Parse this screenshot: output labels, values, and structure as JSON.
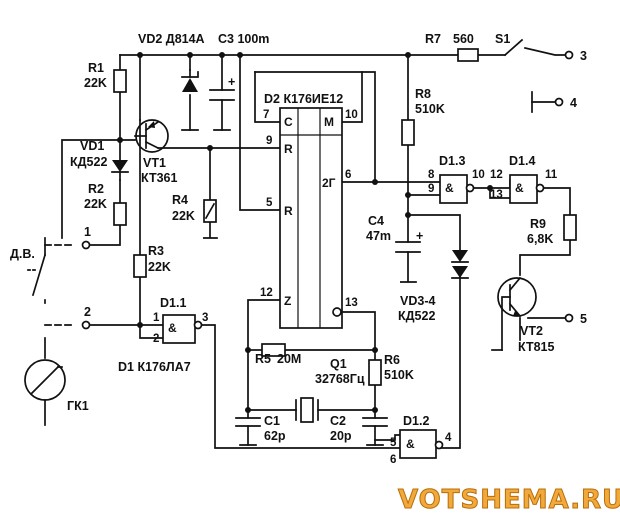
{
  "components": {
    "r1": {
      "ref": "R1",
      "value": "22K"
    },
    "r2": {
      "ref": "R2",
      "value": "22K"
    },
    "r3": {
      "ref": "R3",
      "value": "22K"
    },
    "r4": {
      "ref": "R4",
      "value": "22K"
    },
    "r5": {
      "ref": "R5",
      "value": "20M"
    },
    "r6": {
      "ref": "R6",
      "value": "510K"
    },
    "r7": {
      "ref": "R7",
      "value": "560"
    },
    "r8": {
      "ref": "R8",
      "value": "510K"
    },
    "r9": {
      "ref": "R9",
      "value": "6,8K"
    },
    "vd1": {
      "ref": "VD1",
      "value": "КД522"
    },
    "vd2": {
      "label": "VD2 Д814А"
    },
    "vd34": {
      "ref": "VD3-4",
      "value": "КД522"
    },
    "vt1": {
      "ref": "VT1",
      "value": "КТ361"
    },
    "vt2": {
      "ref": "VT2",
      "value": "КТ815"
    },
    "c1": {
      "ref": "C1",
      "value": "62p"
    },
    "c2": {
      "ref": "C2",
      "value": "20p"
    },
    "c3": {
      "label": "C3 100m"
    },
    "c4": {
      "ref": "C4",
      "value": "47m"
    },
    "q1": {
      "ref": "Q1",
      "value": "32768Гц"
    },
    "s1": {
      "ref": "S1"
    },
    "dv": {
      "label": "Д.В."
    },
    "gk1": {
      "label": "ГК1"
    },
    "d11": {
      "ref": "D1.1"
    },
    "d12": {
      "ref": "D1.2"
    },
    "d13": {
      "ref": "D1.3"
    },
    "d14": {
      "ref": "D1.4"
    },
    "d1_type": {
      "label": "D1 К176ЛА7"
    },
    "d2": {
      "label": "D2 К176ИЕ12"
    }
  },
  "chip_d2": {
    "c": "C",
    "m": "M",
    "r1": "R",
    "r2": "R",
    "z": "Z",
    "out2g": "2Г",
    "pin_7": "7",
    "pin_10": "10",
    "pin_9": "9",
    "pin_5": "5",
    "pin_6": "6",
    "pin_12": "12",
    "pin_13": "13"
  },
  "gate_symbol": "&",
  "gate_pins": {
    "d11_in1": "1",
    "d11_in2": "2",
    "d11_out": "3",
    "d12_in1": "5",
    "d12_in2": "6",
    "d12_out": "4",
    "d13_in1": "8",
    "d13_in2": "9",
    "d13_out": "10",
    "d14_in1": "12",
    "d14_in2": "13",
    "d14_out": "11"
  },
  "terminals": {
    "t1": "1",
    "t2": "2",
    "t3": "3",
    "t4": "4",
    "t5": "5"
  },
  "polarity": {
    "plus": "+"
  },
  "watermark": "VOTSHEMA.RU",
  "colors": {
    "ink": "#111111",
    "watermark_fill": "#f2a93b",
    "watermark_stroke": "#b86d0a"
  }
}
